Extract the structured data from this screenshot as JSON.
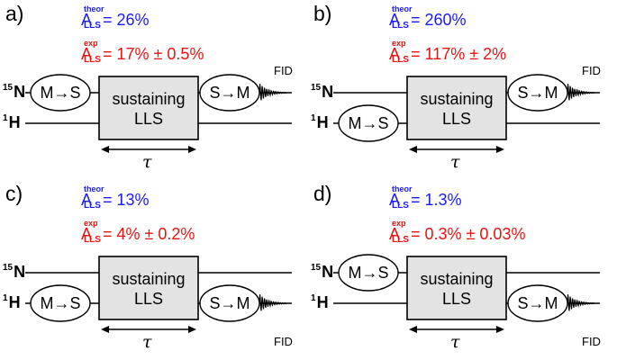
{
  "panels": [
    {
      "label": "a)",
      "theor": {
        "A": "A",
        "sup": "theor",
        "sub": "LLS",
        "value": "= 26%"
      },
      "exp": {
        "A": "A",
        "sup": "exp",
        "sub": "LLS",
        "value": "= 17% ± 0.5%"
      },
      "channels": [
        {
          "iso": "15",
          "atom": "N"
        },
        {
          "iso": "1",
          "atom": "H"
        }
      ],
      "box": [
        "sustaining",
        "LLS"
      ],
      "pre_oval": "M→S",
      "post_oval": "S→M",
      "tau": "τ",
      "fid": "FID"
    },
    {
      "label": "b)",
      "theor": {
        "A": "A",
        "sup": "theor",
        "sub": "LLS",
        "value": "= 260%"
      },
      "exp": {
        "A": "A",
        "sup": "exp",
        "sub": "LLS",
        "value": "= 117% ± 2%"
      },
      "channels": [
        {
          "iso": "15",
          "atom": "N"
        },
        {
          "iso": "1",
          "atom": "H"
        }
      ],
      "box": [
        "sustaining",
        "LLS"
      ],
      "pre_oval": "M→S",
      "post_oval": "S→M",
      "tau": "τ",
      "fid": "FID"
    },
    {
      "label": "c)",
      "theor": {
        "A": "A",
        "sup": "theor",
        "sub": "LLS",
        "value": "= 13%"
      },
      "exp": {
        "A": "A",
        "sup": "exp",
        "sub": "LLS",
        "value": "= 4% ± 0.2%"
      },
      "channels": [
        {
          "iso": "15",
          "atom": "N"
        },
        {
          "iso": "1",
          "atom": "H"
        }
      ],
      "box": [
        "sustaining",
        "LLS"
      ],
      "pre_oval": "M→S",
      "post_oval": "S→M",
      "tau": "τ",
      "fid": "FID"
    },
    {
      "label": "d)",
      "theor": {
        "A": "A",
        "sup": "theor",
        "sub": "LLS",
        "value": "= 1.3%"
      },
      "exp": {
        "A": "A",
        "sup": "exp",
        "sub": "LLS",
        "value": "= 0.3% ± 0.03%"
      },
      "channels": [
        {
          "iso": "15",
          "atom": "N"
        },
        {
          "iso": "1",
          "atom": "H"
        }
      ],
      "box": [
        "sustaining",
        "LLS"
      ],
      "pre_oval": "M→S",
      "post_oval": "S→M",
      "tau": "τ",
      "fid": "FID"
    }
  ],
  "colors": {
    "theor": "#1a1aff",
    "exp": "#ee1111",
    "box_fill": "#e3e3e3",
    "line": "#000000"
  }
}
